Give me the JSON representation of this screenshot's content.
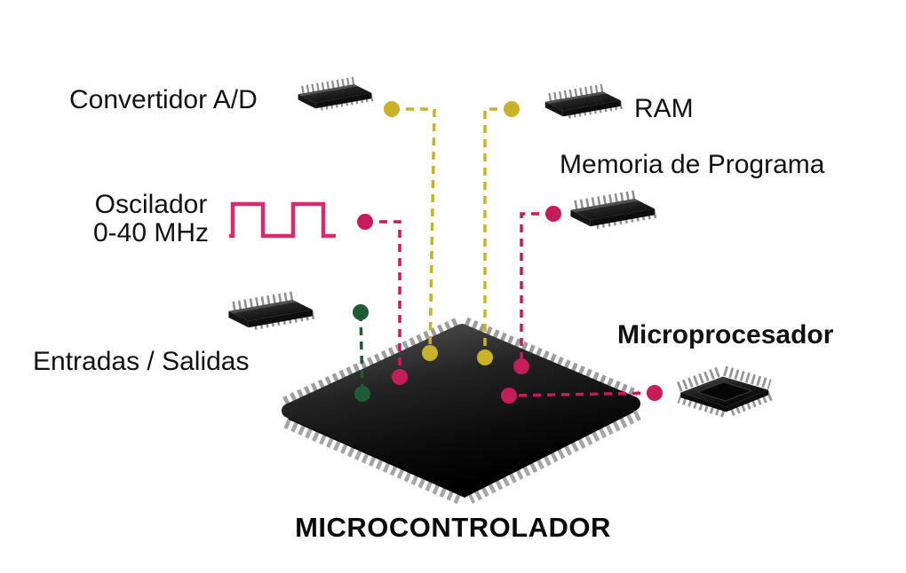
{
  "diagram": {
    "title": "MICROCONTROLADOR",
    "components": {
      "adc": {
        "label": "Convertidor A/D"
      },
      "ram": {
        "label": "RAM"
      },
      "program_memory": {
        "label": "Memoria de Programa"
      },
      "oscillator": {
        "label_line1": "Oscilador",
        "label_line2": "0-40 MHz"
      },
      "io": {
        "label": "Entradas / Salidas"
      },
      "cpu": {
        "label": "Microprocesador"
      }
    },
    "colors": {
      "yellow": "#c9b227",
      "crimson": "#c41d5b",
      "green": "#1e5c35",
      "wave": "#d92b6b"
    },
    "icons": {
      "dip": "dip-chip-icon",
      "qfp": "qfp-chip-icon",
      "wave": "square-wave-icon"
    }
  }
}
